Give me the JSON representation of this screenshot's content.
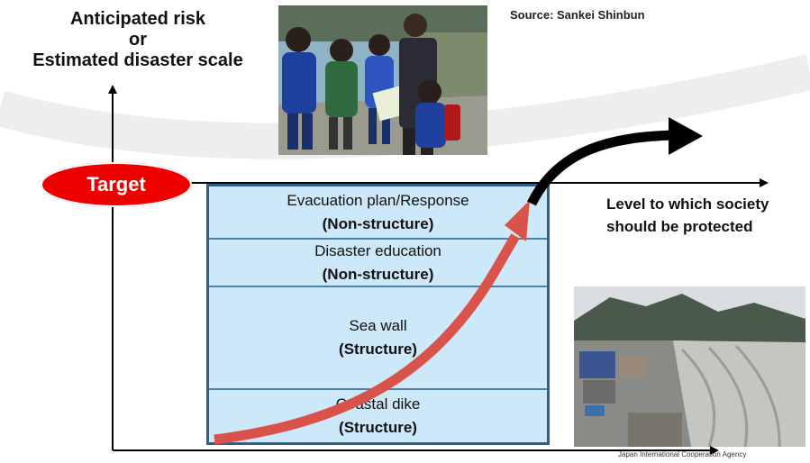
{
  "ylabel": {
    "line1": "Anticipated risk",
    "line2": "or",
    "line3": "Estimated disaster scale"
  },
  "source": "Source: Sankei Shinbun",
  "target_label": "Target",
  "level_label": {
    "line1": "Level to which society",
    "line2": "should be protected"
  },
  "measures": [
    {
      "title": "Evacuation plan/Response",
      "type": "(Non-structure)"
    },
    {
      "title": "Disaster education",
      "type": "(Non-structure)"
    },
    {
      "title": "Sea wall",
      "type": "(Structure)"
    },
    {
      "title": "Coastal dike",
      "type": "(Structure)"
    }
  ],
  "footer_org": "Japan International Cooperation Agency",
  "photos": {
    "top": "students-with-teacher-photo",
    "bottom": "coastal-sea-wall-photo"
  },
  "colors": {
    "target_fill": "#ee0000",
    "box_fill": "#cde8f8",
    "box_border": "#2f5f8f",
    "arrow_red": "#d9534a",
    "arrow_black": "#000000"
  }
}
